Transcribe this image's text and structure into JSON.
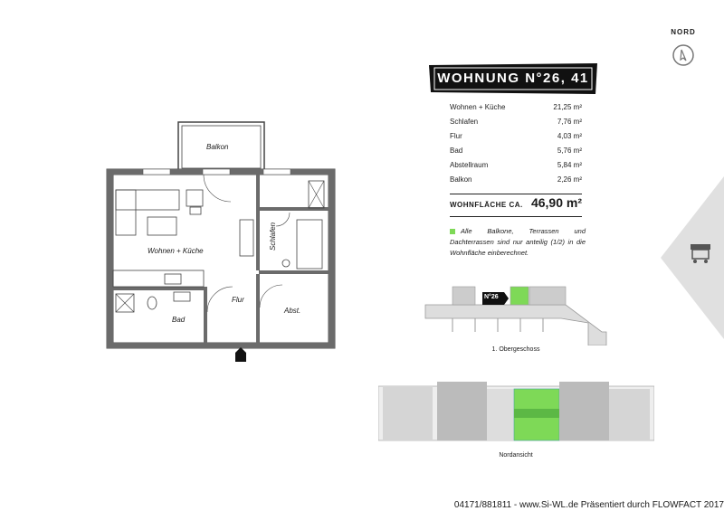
{
  "compass": {
    "label": "NORD",
    "icon": "compass-icon"
  },
  "title": "WOHNUNG N°26, 41",
  "rooms": [
    {
      "name": "Wohnen + Küche",
      "area": "21,25 m²"
    },
    {
      "name": "Schlafen",
      "area": "7,76 m²"
    },
    {
      "name": "Flur",
      "area": "4,03 m²"
    },
    {
      "name": "Bad",
      "area": "5,76 m²"
    },
    {
      "name": "Abstellraum",
      "area": "5,84 m²"
    },
    {
      "name": "Balkon",
      "area": "2,26 m²"
    }
  ],
  "total": {
    "label": "WOHNFLÄCHE CA.",
    "value": "46,90 m²"
  },
  "note": "Alle Balkone, Terrassen und Dachterrassen sind nur anteilig (1/2) in die Wohnfläche einberechnet.",
  "plan_labels": {
    "balkon": "Balkon",
    "wohnen": "Wohnen + Küche",
    "schlafen": "Schlafen",
    "bad": "Bad",
    "flur": "Flur",
    "abst": "Abst."
  },
  "floor": {
    "unit_tag": "N°26",
    "label": "1. Obergeschoss"
  },
  "elevation": {
    "label": "Nordansicht"
  },
  "footer": "04171/881811 - www.Si-WL.de Präsentiert durch FLOWFACT 2017",
  "colors": {
    "accent_green": "#7ed957",
    "banner_black": "#111111",
    "wall_gray": "#6b6b6b"
  },
  "side_icon": "market-stall-icon"
}
